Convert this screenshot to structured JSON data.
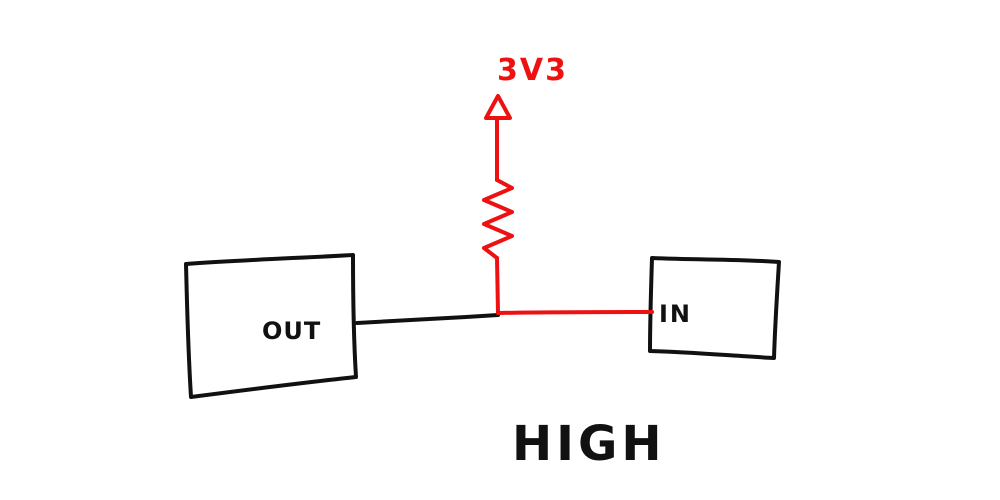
{
  "rail": {
    "label": "3V3"
  },
  "output_block": {
    "label": "OUT"
  },
  "input_block": {
    "label": "IN"
  },
  "state": {
    "label": "HIGH"
  },
  "colors": {
    "ink": "#111111",
    "pull_up": "#ee1111"
  }
}
